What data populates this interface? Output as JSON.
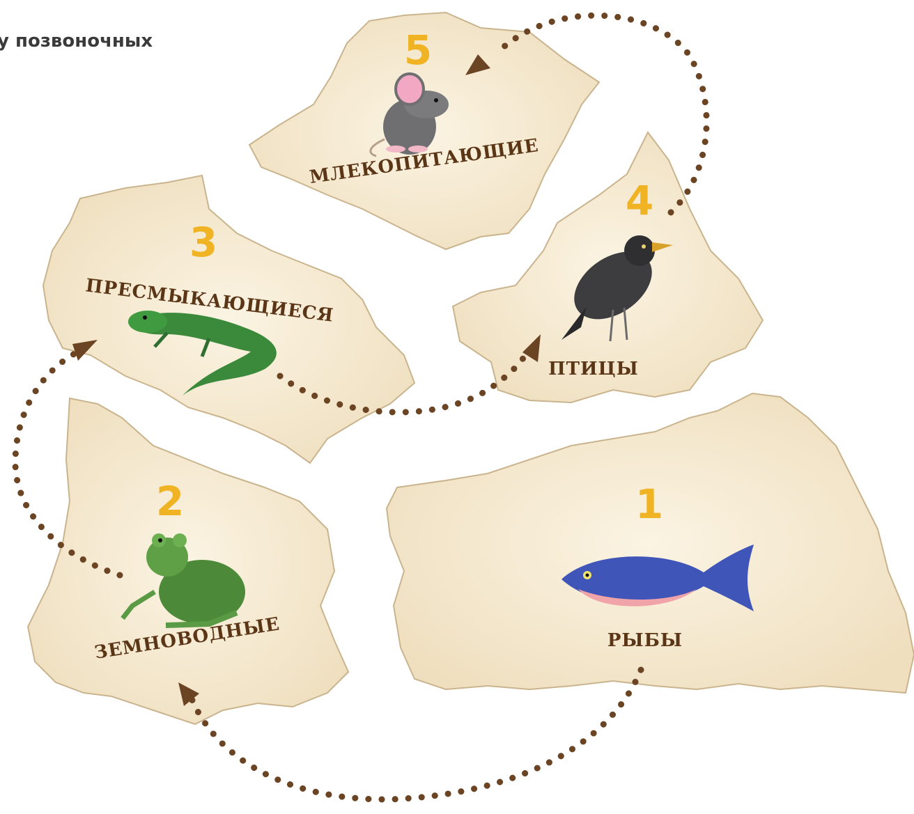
{
  "title": "у позвоночных",
  "colors": {
    "paper": "#f6ead2",
    "paper_edge": "#c9b48e",
    "number": "#efb324",
    "label": "#5a3516",
    "arrow": "#6b4423"
  },
  "groups": [
    {
      "number": "1",
      "label": "РЫБЫ",
      "icon": "fish-icon"
    },
    {
      "number": "2",
      "label": "ЗЕМНОВОДНЫЕ",
      "icon": "frog-icon"
    },
    {
      "number": "3",
      "label": "ПРЕСМЫКАЮЩИЕСЯ",
      "icon": "lizard-icon"
    },
    {
      "number": "4",
      "label": "ПТИЦЫ",
      "icon": "crow-icon"
    },
    {
      "number": "5",
      "label": "МЛЕКОПИТАЮЩИЕ",
      "icon": "mouse-icon"
    }
  ],
  "sequence": [
    "1",
    "2",
    "3",
    "4",
    "5"
  ]
}
